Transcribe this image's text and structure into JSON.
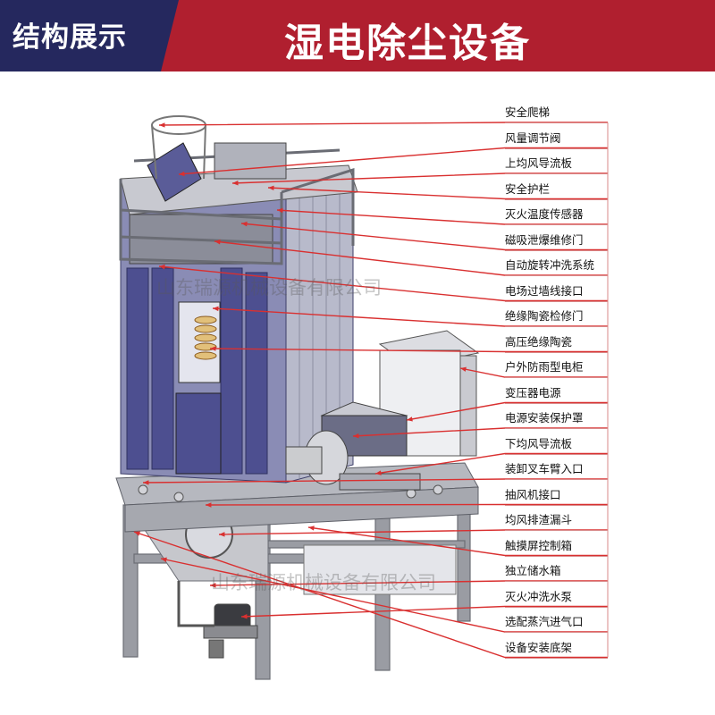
{
  "header": {
    "tag": "结构展示",
    "title": "湿电除尘设备"
  },
  "colors": {
    "header_red": "#b01f2f",
    "header_navy": "#25285e",
    "leader_red": "#d93030",
    "panel_blue": "#4d4f90",
    "frame_gray": "#8a8c94"
  },
  "labels": [
    "安全爬梯",
    "风量调节阀",
    "上均风导流板",
    "安全护栏",
    "灭火温度传感器",
    "磁吸泄爆维修门",
    "自动旋转冲洗系统",
    "电场过墙线接口",
    "绝缘陶瓷检修门",
    "高压绝缘陶瓷",
    "户外防雨型电柜",
    "变压器电源",
    "电源安装保护罩",
    "下均风导流板",
    "装卸叉车臂入口",
    "抽风机接口",
    "均风排渣漏斗",
    "触摸屏控制箱",
    "独立储水箱",
    "灭火冲洗水泵",
    "选配蒸汽进气口",
    "设备安装底架"
  ],
  "watermark": "山东瑞源机械设备有限公司"
}
